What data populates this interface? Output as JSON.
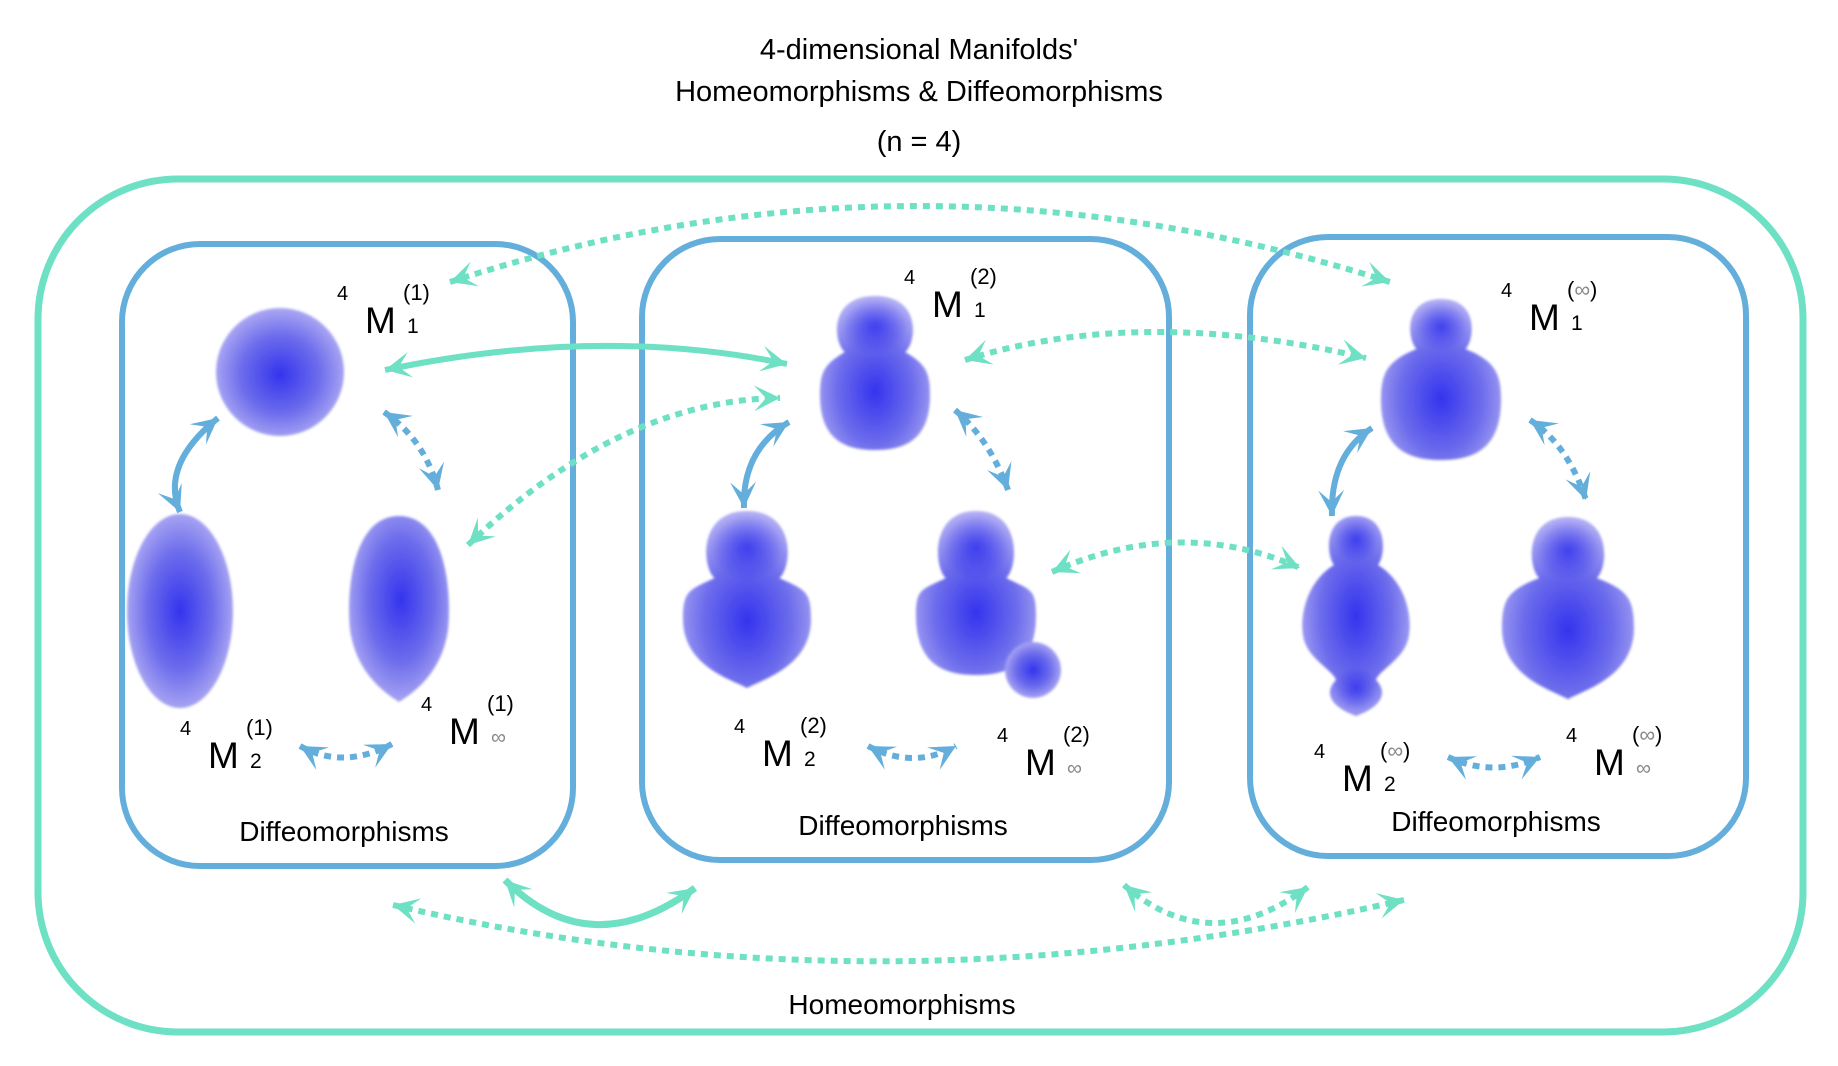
{
  "title": {
    "line1": "4-dimensional Manifolds'",
    "line2": "Homeomorphisms & Diffeomorphisms",
    "line3": "(n = 4)"
  },
  "colors": {
    "homeomorphism": "#6EE0C4",
    "diffeomorphism": "#64AEDC",
    "manifold_core": "#3434EE",
    "manifold_edge": "#B4B0F4",
    "text": "#000000",
    "infinity_symbol": "#888888"
  },
  "outer_region": {
    "caption": "Homeomorphisms"
  },
  "groups": [
    {
      "id": "smooth-structure-1",
      "caption": "Diffeomorphisms",
      "manifolds": [
        {
          "id": "A1",
          "dimension": "4",
          "symbol": "M",
          "superscript": "(1)",
          "subscript": "1",
          "shape": "sphere"
        },
        {
          "id": "A2",
          "dimension": "4",
          "symbol": "M",
          "superscript": "(1)",
          "subscript": "2",
          "shape": "ellipsoid"
        },
        {
          "id": "Ainf",
          "dimension": "4",
          "symbol": "M",
          "superscript": "(1)",
          "subscript": "∞",
          "shape": "pointed-ellipsoid"
        }
      ]
    },
    {
      "id": "smooth-structure-2",
      "caption": "Diffeomorphisms",
      "manifolds": [
        {
          "id": "B1",
          "dimension": "4",
          "symbol": "M",
          "superscript": "(2)",
          "subscript": "1",
          "shape": "gourd"
        },
        {
          "id": "B2",
          "dimension": "4",
          "symbol": "M",
          "superscript": "(2)",
          "subscript": "2",
          "shape": "pointed-gourd"
        },
        {
          "id": "Binf",
          "dimension": "4",
          "symbol": "M",
          "superscript": "(2)",
          "subscript": "∞",
          "shape": "gourd-with-bud"
        }
      ]
    },
    {
      "id": "smooth-structure-inf",
      "caption": "Diffeomorphisms",
      "manifolds": [
        {
          "id": "C1",
          "dimension": "4",
          "symbol": "M",
          "superscript": "(∞)",
          "subscript": "1",
          "shape": "pointed-gourd"
        },
        {
          "id": "C2",
          "dimension": "4",
          "symbol": "M",
          "superscript": "(∞)",
          "subscript": "2",
          "shape": "triple-bulb"
        },
        {
          "id": "Cinf",
          "dimension": "4",
          "symbol": "M",
          "superscript": "(∞)",
          "subscript": "∞",
          "shape": "pointed-gourd"
        }
      ]
    }
  ],
  "relations": [
    {
      "from": "A1",
      "to": "A2",
      "kind": "diffeomorphism",
      "style": "solid"
    },
    {
      "from": "A1",
      "to": "Ainf",
      "kind": "diffeomorphism",
      "style": "dotted"
    },
    {
      "from": "A2",
      "to": "Ainf",
      "kind": "diffeomorphism",
      "style": "dotted"
    },
    {
      "from": "B1",
      "to": "B2",
      "kind": "diffeomorphism",
      "style": "solid"
    },
    {
      "from": "B1",
      "to": "Binf",
      "kind": "diffeomorphism",
      "style": "dotted"
    },
    {
      "from": "B2",
      "to": "Binf",
      "kind": "diffeomorphism",
      "style": "dotted"
    },
    {
      "from": "C1",
      "to": "C2",
      "kind": "diffeomorphism",
      "style": "solid"
    },
    {
      "from": "C1",
      "to": "Cinf",
      "kind": "diffeomorphism",
      "style": "dotted"
    },
    {
      "from": "C2",
      "to": "Cinf",
      "kind": "diffeomorphism",
      "style": "dotted"
    },
    {
      "from": "A1",
      "to": "B1",
      "kind": "homeomorphism",
      "style": "solid"
    },
    {
      "from": "Ainf",
      "to": "B1",
      "kind": "homeomorphism",
      "style": "dotted"
    },
    {
      "from": "A1",
      "to": "C1",
      "kind": "homeomorphism",
      "style": "dotted"
    },
    {
      "from": "B1",
      "to": "C1",
      "kind": "homeomorphism",
      "style": "dotted"
    },
    {
      "from": "Binf",
      "to": "C2",
      "kind": "homeomorphism",
      "style": "dotted"
    },
    {
      "from": "group-1",
      "to": "group-2",
      "kind": "homeomorphism",
      "style": "solid"
    },
    {
      "from": "group-2",
      "to": "group-inf",
      "kind": "homeomorphism",
      "style": "dotted"
    },
    {
      "from": "group-1",
      "to": "group-inf",
      "kind": "homeomorphism",
      "style": "dotted"
    }
  ]
}
